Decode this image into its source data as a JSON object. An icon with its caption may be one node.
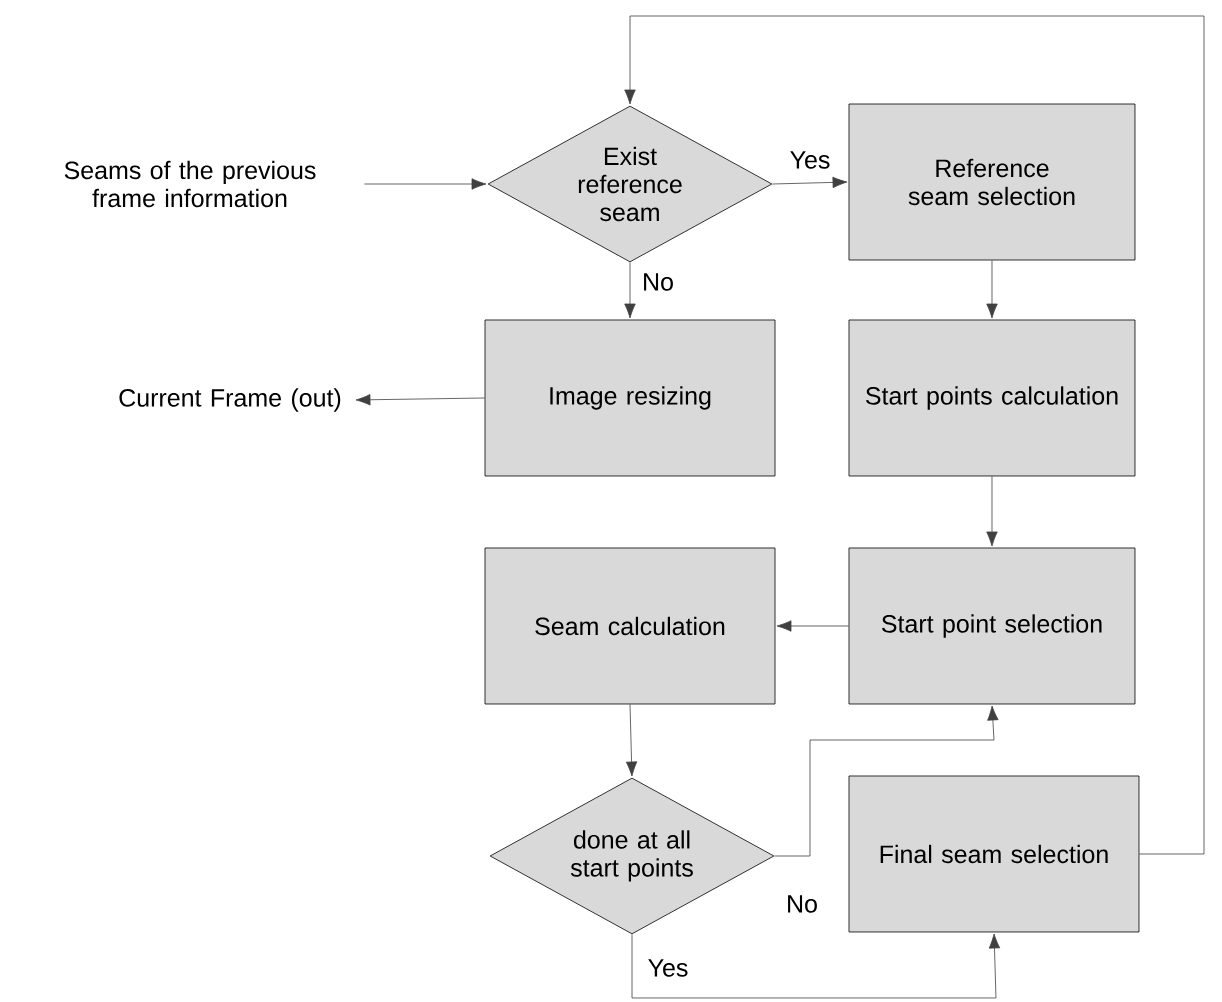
{
  "diagram": {
    "nodes": [
      {
        "text": [
          "Seams of the previous frame information"
        ]
      },
      {
        "text": [
          "Exist reference seam"
        ]
      },
      {
        "text": [
          "Reference seam selection"
        ]
      },
      {
        "text": [
          "Image resizing"
        ]
      },
      {
        "text": [
          "Current Frame (out)"
        ]
      },
      {
        "text": [
          "Start points calculation"
        ]
      },
      {
        "text": [
          "Seam calculation"
        ]
      },
      {
        "text": [
          "Start point selection"
        ]
      },
      {
        "text": [
          "done at all start points"
        ]
      },
      {
        "text": [
          "Final seam selection"
        ]
      }
    ],
    "edges": [
      {
        "from": 0,
        "to": 1,
        "arrow": "to"
      },
      {
        "from": 1,
        "to": 2,
        "arrow": "to",
        "label": "Yes"
      },
      {
        "from": 1,
        "to": 3,
        "arrow": "to",
        "label": "No"
      },
      {
        "from": 3,
        "to": 4,
        "arrow": "to"
      },
      {
        "from": 2,
        "to": 5,
        "arrow": "to"
      },
      {
        "from": 5,
        "to": 7,
        "arrow": "to"
      },
      {
        "from": 7,
        "to": 6,
        "arrow": "to"
      },
      {
        "from": 6,
        "to": 8,
        "arrow": "to"
      },
      {
        "from": 8,
        "to": 7,
        "arrow": "to",
        "label": "No"
      },
      {
        "from": 9,
        "to": 1,
        "arrow": "to"
      },
      {
        "from": 8,
        "to": 9,
        "arrow": "to",
        "label": "Yes"
      }
    ]
  }
}
